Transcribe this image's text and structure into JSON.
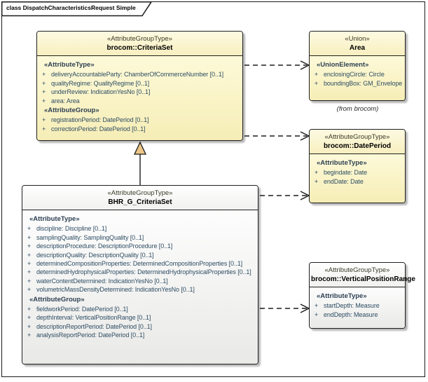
{
  "diagram": {
    "title": "class DispatchCharacteristicsRequest Simple",
    "note_from": "(from brocom)"
  },
  "colors": {
    "box_yellow": "#fcf5cd",
    "box_white": "#fbfbfa",
    "border": "#1b1b1b",
    "attribute_text": "#2e4d63",
    "generalization_triangle_fill": "#ecc687"
  },
  "classes": [
    {
      "id": "brocom-criteria-set",
      "stereotype": "«AttributeGroupType»",
      "name": "brocom::CriteriaSet",
      "rows": [
        {
          "kind": "stereo",
          "text": "«AttributeType»"
        },
        {
          "kind": "attr",
          "vis": "+",
          "text": "deliveryAccountableParty: ChamberOfCommerceNumber [0..1]"
        },
        {
          "kind": "attr",
          "vis": "+",
          "text": "qualityRegime: QualityRegime [0..1]"
        },
        {
          "kind": "attr",
          "vis": "+",
          "text": "underReview: IndicationYesNo [0..1]"
        },
        {
          "kind": "attr",
          "vis": "+",
          "text": "area: Area"
        },
        {
          "kind": "stereo",
          "text": "«AttributeGroup»"
        },
        {
          "kind": "attr",
          "vis": "+",
          "text": "registrationPeriod: DatePeriod [0..1]"
        },
        {
          "kind": "attr",
          "vis": "+",
          "text": "correctionPeriod: DatePeriod [0..1]"
        }
      ]
    },
    {
      "id": "area",
      "stereotype": "«Union»",
      "name": "Area",
      "rows": [
        {
          "kind": "stereo",
          "text": "«UnionElement»"
        },
        {
          "kind": "attr",
          "vis": "+",
          "text": "enclosingCircle: Circle"
        },
        {
          "kind": "attr",
          "vis": "+",
          "text": "boundingBox: GM_Envelope"
        }
      ]
    },
    {
      "id": "brocom-date-period",
      "stereotype": "«AttributeGroupType»",
      "name": "brocom::DatePeriod",
      "rows": [
        {
          "kind": "stereo",
          "text": "«AttributeType»"
        },
        {
          "kind": "attr",
          "vis": "+",
          "text": "begindate: Date"
        },
        {
          "kind": "attr",
          "vis": "+",
          "text": "endDate: Date"
        }
      ]
    },
    {
      "id": "bhr-g-criteria-set",
      "stereotype": "«AttributeGroupType»",
      "name": "BHR_G_CriteriaSet",
      "rows": [
        {
          "kind": "stereo",
          "text": "«AttributeType»"
        },
        {
          "kind": "attr",
          "vis": "+",
          "text": "discipline: Discipline [0..1]"
        },
        {
          "kind": "attr",
          "vis": "+",
          "text": "samplingQuality: SamplingQuality [0..1]"
        },
        {
          "kind": "attr",
          "vis": "+",
          "text": "descriptionProcedure: DescriptionProcedure [0..1]"
        },
        {
          "kind": "attr",
          "vis": "+",
          "text": "descriptionQuality: DescriptionQuality [0..1]"
        },
        {
          "kind": "attr",
          "vis": "+",
          "text": "determinedCompositionProperties: DeterminedCompositionProperties [0..1]"
        },
        {
          "kind": "attr",
          "vis": "+",
          "text": "determinedHydrophysicalProperties: DeterminedHydrophysicalProperties [0..1]"
        },
        {
          "kind": "attr",
          "vis": "+",
          "text": "waterContentDetermined: IndicationYesNo [0..1]"
        },
        {
          "kind": "attr",
          "vis": "+",
          "text": "volumetricMassDensityDetermined: IndicationYesNo [0..1]"
        },
        {
          "kind": "stereo",
          "text": "«AttributeGroup»"
        },
        {
          "kind": "attr",
          "vis": "+",
          "text": "fieldworkPeriod: DatePeriod [0..1]"
        },
        {
          "kind": "attr",
          "vis": "+",
          "text": "depthInterval: VerticalPositionRange [0..1]"
        },
        {
          "kind": "attr",
          "vis": "+",
          "text": "descriptionReportPeriod: DatePeriod [0..1]"
        },
        {
          "kind": "attr",
          "vis": "+",
          "text": "analysisReportPeriod: DatePeriod [0..1]"
        }
      ]
    },
    {
      "id": "brocom-vertical-position-range",
      "stereotype": "«AttributeGroupType»",
      "name": "brocom::VerticalPositionRange",
      "rows": [
        {
          "kind": "stereo",
          "text": "«AttributeType»"
        },
        {
          "kind": "attr",
          "vis": "+",
          "text": "startDepth: Measure"
        },
        {
          "kind": "attr",
          "vis": "+",
          "text": "endDepth: Measure"
        }
      ]
    }
  ]
}
